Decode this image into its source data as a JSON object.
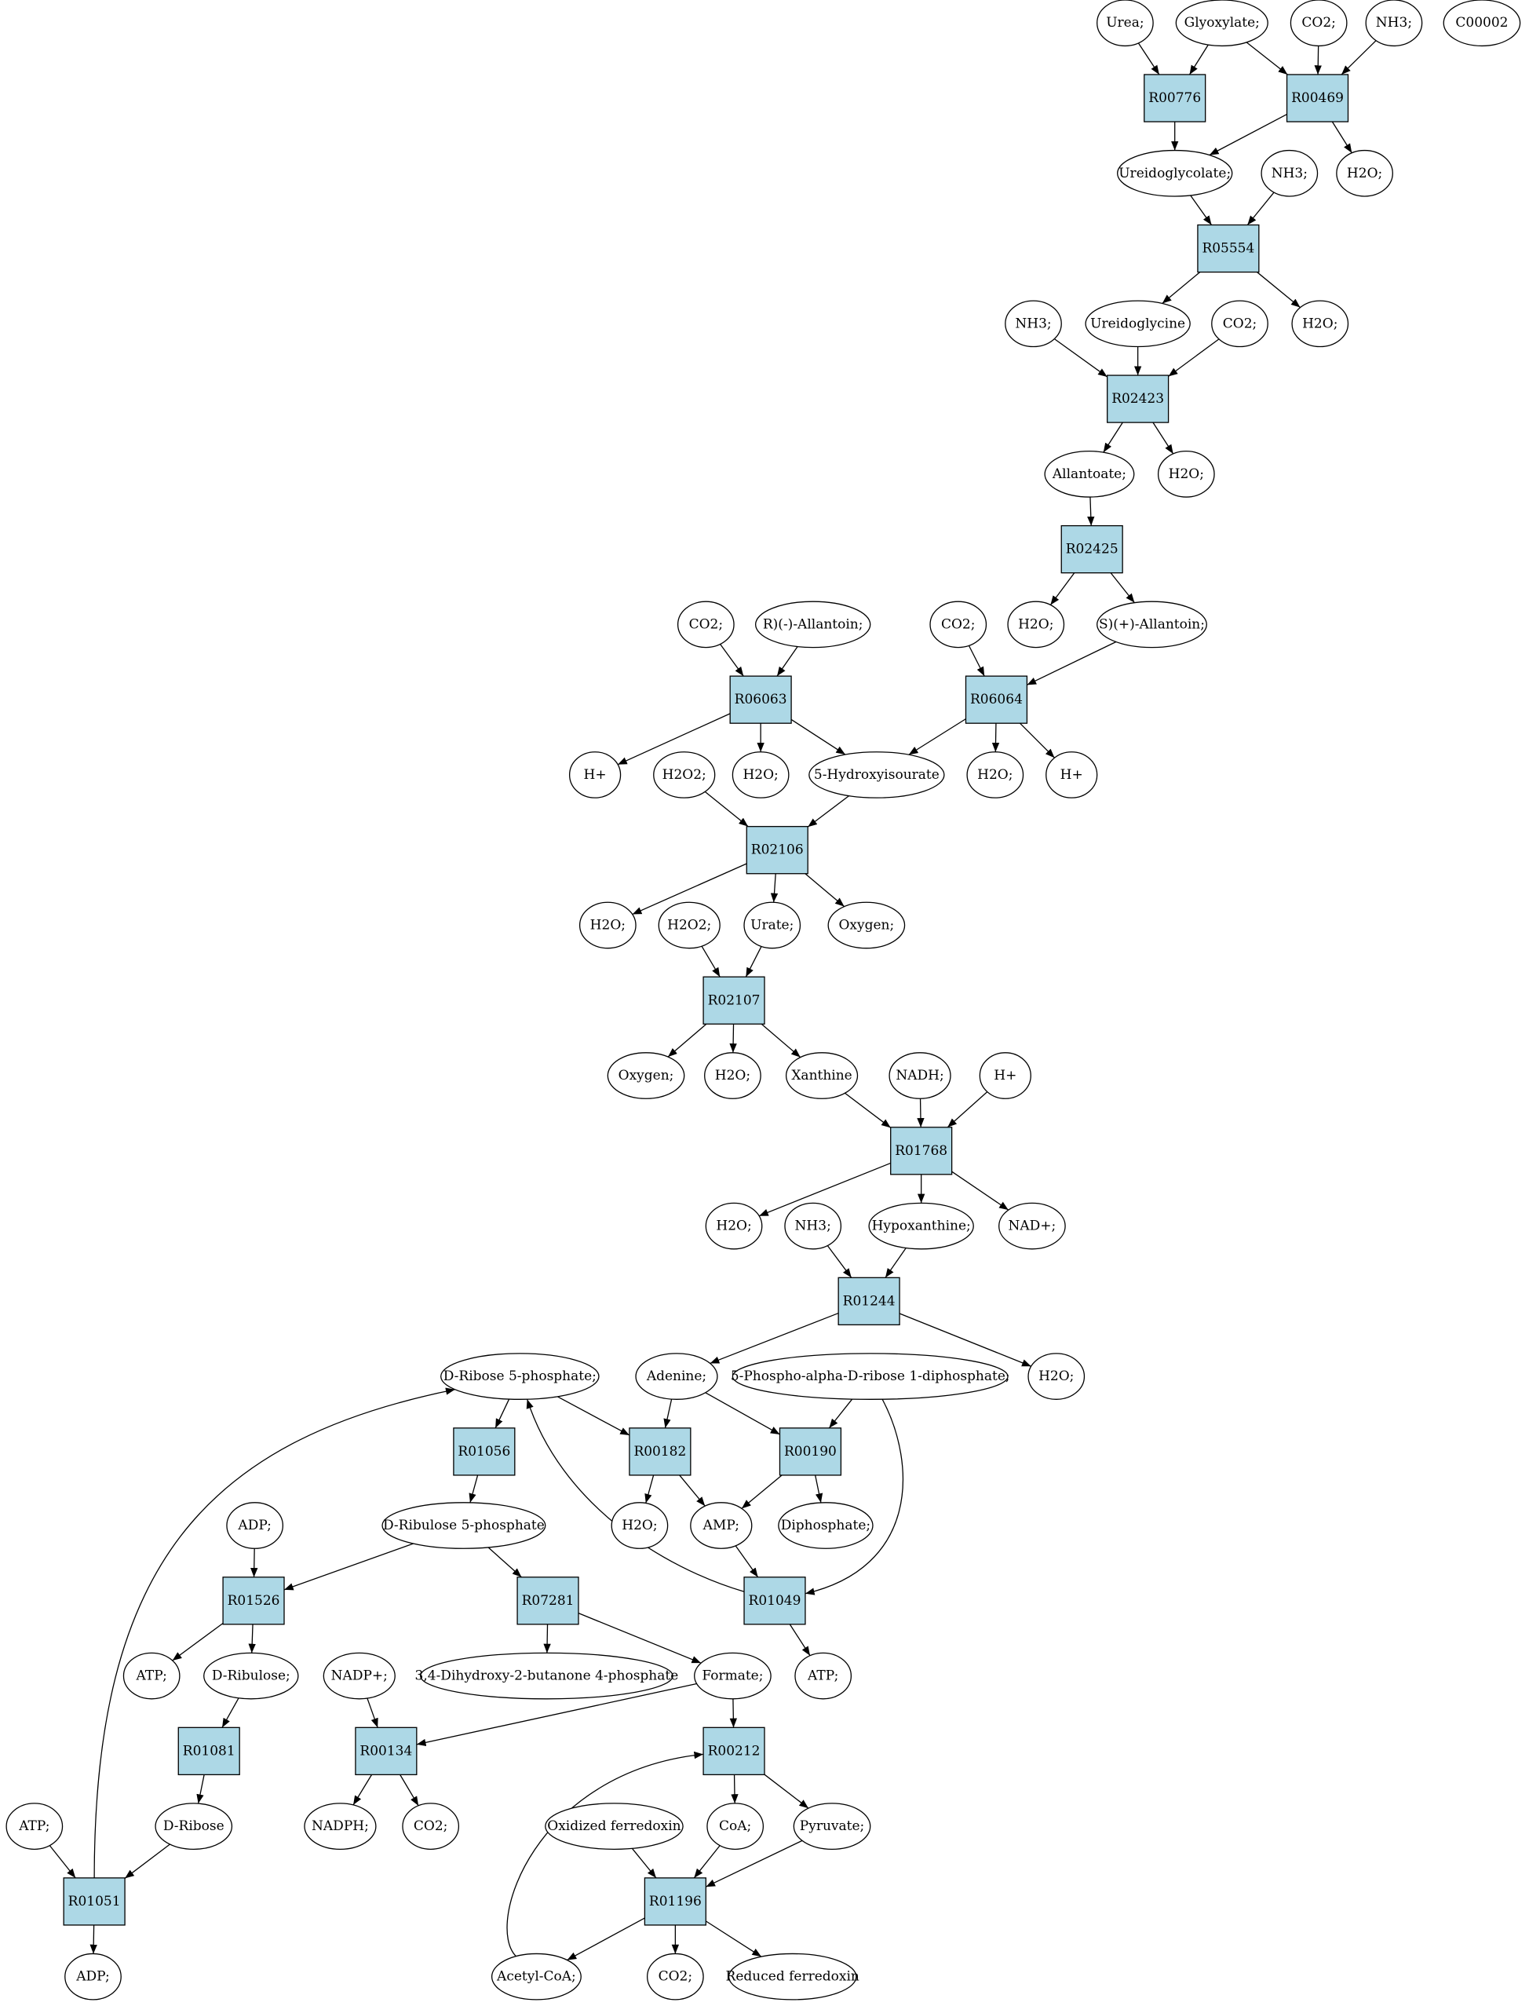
{
  "compounds": [
    {
      "id": "urea",
      "label": "Urea;"
    },
    {
      "id": "glyoxylate",
      "label": "Glyoxylate;"
    },
    {
      "id": "co2-a",
      "label": "CO2;"
    },
    {
      "id": "nh3-a",
      "label": "NH3;"
    },
    {
      "id": "c00002",
      "label": "C00002",
      "color": "#ffff00"
    },
    {
      "id": "ureidoglycolate",
      "label": "Ureidoglycolate;"
    },
    {
      "id": "nh3-b",
      "label": "NH3;"
    },
    {
      "id": "h2o-a",
      "label": "H2O;"
    },
    {
      "id": "nh3-c",
      "label": "NH3;"
    },
    {
      "id": "ureidoglycine",
      "label": "Ureidoglycine"
    },
    {
      "id": "co2-b",
      "label": "CO2;"
    },
    {
      "id": "h2o-b",
      "label": "H2O;"
    },
    {
      "id": "allantoate",
      "label": "Allantoate;"
    },
    {
      "id": "h2o-c",
      "label": "H2O;"
    },
    {
      "id": "h2o-d",
      "label": "H2O;"
    },
    {
      "id": "s-allantoin",
      "label": "S)(+)-Allantoin;"
    },
    {
      "id": "co2-c",
      "label": "CO2;"
    },
    {
      "id": "r-allantoin",
      "label": "R)(-)-Allantoin;"
    },
    {
      "id": "co2-d",
      "label": "CO2;"
    },
    {
      "id": "hplus-a",
      "label": "H+"
    },
    {
      "id": "h2o2-a",
      "label": "H2O2;"
    },
    {
      "id": "h2o-e",
      "label": "H2O;"
    },
    {
      "id": "hydroxyisourate",
      "label": "5-Hydroxyisourate"
    },
    {
      "id": "h2o-f",
      "label": "H2O;"
    },
    {
      "id": "hplus-b",
      "label": "H+"
    },
    {
      "id": "h2o-g",
      "label": "H2O;"
    },
    {
      "id": "h2o2-b",
      "label": "H2O2;"
    },
    {
      "id": "urate",
      "label": "Urate;"
    },
    {
      "id": "oxygen-a",
      "label": "Oxygen;"
    },
    {
      "id": "oxygen-b",
      "label": "Oxygen;"
    },
    {
      "id": "h2o-h",
      "label": "H2O;"
    },
    {
      "id": "xanthine",
      "label": "Xanthine"
    },
    {
      "id": "nadh",
      "label": "NADH;"
    },
    {
      "id": "hplus-c",
      "label": "H+"
    },
    {
      "id": "h2o-i",
      "label": "H2O;"
    },
    {
      "id": "nh3-d",
      "label": "NH3;"
    },
    {
      "id": "hypoxanthine",
      "label": "Hypoxanthine;"
    },
    {
      "id": "nadplus",
      "label": "NAD+;"
    },
    {
      "id": "ribose5p",
      "label": "D-Ribose 5-phosphate;",
      "color": "#00ee00"
    },
    {
      "id": "adenine",
      "label": "Adenine;"
    },
    {
      "id": "prpp",
      "label": "5-Phospho-alpha-D-ribose 1-diphosphate;"
    },
    {
      "id": "h2o-j",
      "label": "H2O;"
    },
    {
      "id": "adp-a",
      "label": "ADP;"
    },
    {
      "id": "ribulose5p",
      "label": "D-Ribulose 5-phosphate"
    },
    {
      "id": "h2o-k",
      "label": "H2O;"
    },
    {
      "id": "amp",
      "label": "AMP;"
    },
    {
      "id": "diphosphate",
      "label": "Diphosphate;"
    },
    {
      "id": "atp-a",
      "label": "ATP;"
    },
    {
      "id": "d-ribulose",
      "label": "D-Ribulose;"
    },
    {
      "id": "nadp",
      "label": "NADP+;"
    },
    {
      "id": "dhbp",
      "label": "3,4-Dihydroxy-2-butanone 4-phosphate"
    },
    {
      "id": "formate",
      "label": "Formate;"
    },
    {
      "id": "atp-b",
      "label": "ATP;"
    },
    {
      "id": "d-ribose",
      "label": "D-Ribose"
    },
    {
      "id": "nadph",
      "label": "NADPH;"
    },
    {
      "id": "co2-e",
      "label": "CO2;"
    },
    {
      "id": "ox-ferredoxin",
      "label": "Oxidized ferredoxin"
    },
    {
      "id": "coa",
      "label": "CoA;"
    },
    {
      "id": "pyruvate",
      "label": "Pyruvate;"
    },
    {
      "id": "atp-c",
      "label": "ATP;"
    },
    {
      "id": "adp-b",
      "label": "ADP;"
    },
    {
      "id": "acetyl-coa",
      "label": "Acetyl-CoA;"
    },
    {
      "id": "co2-f",
      "label": "CO2;"
    },
    {
      "id": "red-ferredoxin",
      "label": "Reduced ferredoxin"
    }
  ],
  "reactions": [
    {
      "id": "R00776",
      "label": "R00776"
    },
    {
      "id": "R00469",
      "label": "R00469"
    },
    {
      "id": "R05554",
      "label": "R05554"
    },
    {
      "id": "R02423",
      "label": "R02423"
    },
    {
      "id": "R02425",
      "label": "R02425"
    },
    {
      "id": "R06063",
      "label": "R06063"
    },
    {
      "id": "R06064",
      "label": "R06064"
    },
    {
      "id": "R02106",
      "label": "R02106"
    },
    {
      "id": "R02107",
      "label": "R02107"
    },
    {
      "id": "R01768",
      "label": "R01768"
    },
    {
      "id": "R01244",
      "label": "R01244"
    },
    {
      "id": "R01056",
      "label": "R01056"
    },
    {
      "id": "R00182",
      "label": "R00182"
    },
    {
      "id": "R00190",
      "label": "R00190"
    },
    {
      "id": "R01526",
      "label": "R01526"
    },
    {
      "id": "R07281",
      "label": "R07281"
    },
    {
      "id": "R01049",
      "label": "R01049"
    },
    {
      "id": "R01081",
      "label": "R01081"
    },
    {
      "id": "R00134",
      "label": "R00134"
    },
    {
      "id": "R00212",
      "label": "R00212"
    },
    {
      "id": "R01051",
      "label": "R01051"
    },
    {
      "id": "R01196",
      "label": "R01196"
    }
  ],
  "edges": [
    [
      "urea",
      "R00776"
    ],
    [
      "glyoxylate",
      "R00776"
    ],
    [
      "glyoxylate",
      "R00469"
    ],
    [
      "co2-a",
      "R00469"
    ],
    [
      "nh3-a",
      "R00469"
    ],
    [
      "R00776",
      "ureidoglycolate"
    ],
    [
      "R00469",
      "ureidoglycolate"
    ],
    [
      "R00469",
      "h2o-a"
    ],
    [
      "ureidoglycolate",
      "R05554"
    ],
    [
      "nh3-b",
      "R05554"
    ],
    [
      "R05554",
      "ureidoglycine"
    ],
    [
      "R05554",
      "h2o-b"
    ],
    [
      "nh3-c",
      "R02423"
    ],
    [
      "ureidoglycine",
      "R02423"
    ],
    [
      "co2-b",
      "R02423"
    ],
    [
      "R02423",
      "allantoate"
    ],
    [
      "R02423",
      "h2o-c"
    ],
    [
      "allantoate",
      "R02425"
    ],
    [
      "R02425",
      "h2o-d"
    ],
    [
      "R02425",
      "s-allantoin"
    ],
    [
      "co2-d",
      "R06063"
    ],
    [
      "r-allantoin",
      "R06063"
    ],
    [
      "co2-c",
      "R06064"
    ],
    [
      "s-allantoin",
      "R06064"
    ],
    [
      "R06063",
      "hplus-a"
    ],
    [
      "R06063",
      "h2o-e"
    ],
    [
      "R06063",
      "hydroxyisourate"
    ],
    [
      "R06064",
      "hydroxyisourate"
    ],
    [
      "R06064",
      "h2o-f"
    ],
    [
      "R06064",
      "hplus-b"
    ],
    [
      "h2o2-a",
      "R02106"
    ],
    [
      "hydroxyisourate",
      "R02106"
    ],
    [
      "R02106",
      "h2o-g"
    ],
    [
      "R02106",
      "urate"
    ],
    [
      "R02106",
      "oxygen-a"
    ],
    [
      "h2o2-b",
      "R02107"
    ],
    [
      "urate",
      "R02107"
    ],
    [
      "R02107",
      "oxygen-b"
    ],
    [
      "R02107",
      "h2o-h"
    ],
    [
      "R02107",
      "xanthine"
    ],
    [
      "xanthine",
      "R01768"
    ],
    [
      "nadh",
      "R01768"
    ],
    [
      "hplus-c",
      "R01768"
    ],
    [
      "R01768",
      "h2o-i"
    ],
    [
      "R01768",
      "hypoxanthine"
    ],
    [
      "R01768",
      "nadplus"
    ],
    [
      "nh3-d",
      "R01244"
    ],
    [
      "hypoxanthine",
      "R01244"
    ],
    [
      "R01244",
      "adenine"
    ],
    [
      "R01244",
      "h2o-j"
    ],
    [
      "ribose5p",
      "R01056"
    ],
    [
      "ribose5p",
      "R00182"
    ],
    [
      "adenine",
      "R00182"
    ],
    [
      "adenine",
      "R00190"
    ],
    [
      "prpp",
      "R00190"
    ],
    [
      "R01056",
      "ribulose5p"
    ],
    [
      "R00182",
      "h2o-k"
    ],
    [
      "R00182",
      "amp"
    ],
    [
      "R00190",
      "amp"
    ],
    [
      "R00190",
      "diphosphate"
    ],
    [
      "adp-a",
      "R01526"
    ],
    [
      "ribulose5p",
      "R01526"
    ],
    [
      "ribulose5p",
      "R07281"
    ],
    [
      "amp",
      "R01049"
    ],
    [
      "prpp",
      "R01049"
    ],
    [
      "R01049",
      "ribose5p"
    ],
    [
      "R01049",
      "atp-c"
    ],
    [
      "R01526",
      "atp-a"
    ],
    [
      "R01526",
      "d-ribulose"
    ],
    [
      "R07281",
      "dhbp"
    ],
    [
      "R07281",
      "formate"
    ],
    [
      "d-ribulose",
      "R01081"
    ],
    [
      "nadp",
      "R00134"
    ],
    [
      "formate",
      "R00134"
    ],
    [
      "formate",
      "R00212"
    ],
    [
      "R01081",
      "d-ribose"
    ],
    [
      "R00134",
      "nadph"
    ],
    [
      "R00134",
      "co2-e"
    ],
    [
      "R00212",
      "coa"
    ],
    [
      "R00212",
      "pyruvate"
    ],
    [
      "atp-b",
      "R01051"
    ],
    [
      "d-ribose",
      "R01051"
    ],
    [
      "R01051",
      "ribose5p"
    ],
    [
      "R01051",
      "adp-b"
    ],
    [
      "ox-ferredoxin",
      "R01196"
    ],
    [
      "coa",
      "R01196"
    ],
    [
      "pyruvate",
      "R01196"
    ],
    [
      "R01196",
      "acetyl-coa"
    ],
    [
      "R01196",
      "co2-f"
    ],
    [
      "R01196",
      "red-ferredoxin"
    ],
    [
      "acetyl-coa",
      "R00212"
    ]
  ]
}
